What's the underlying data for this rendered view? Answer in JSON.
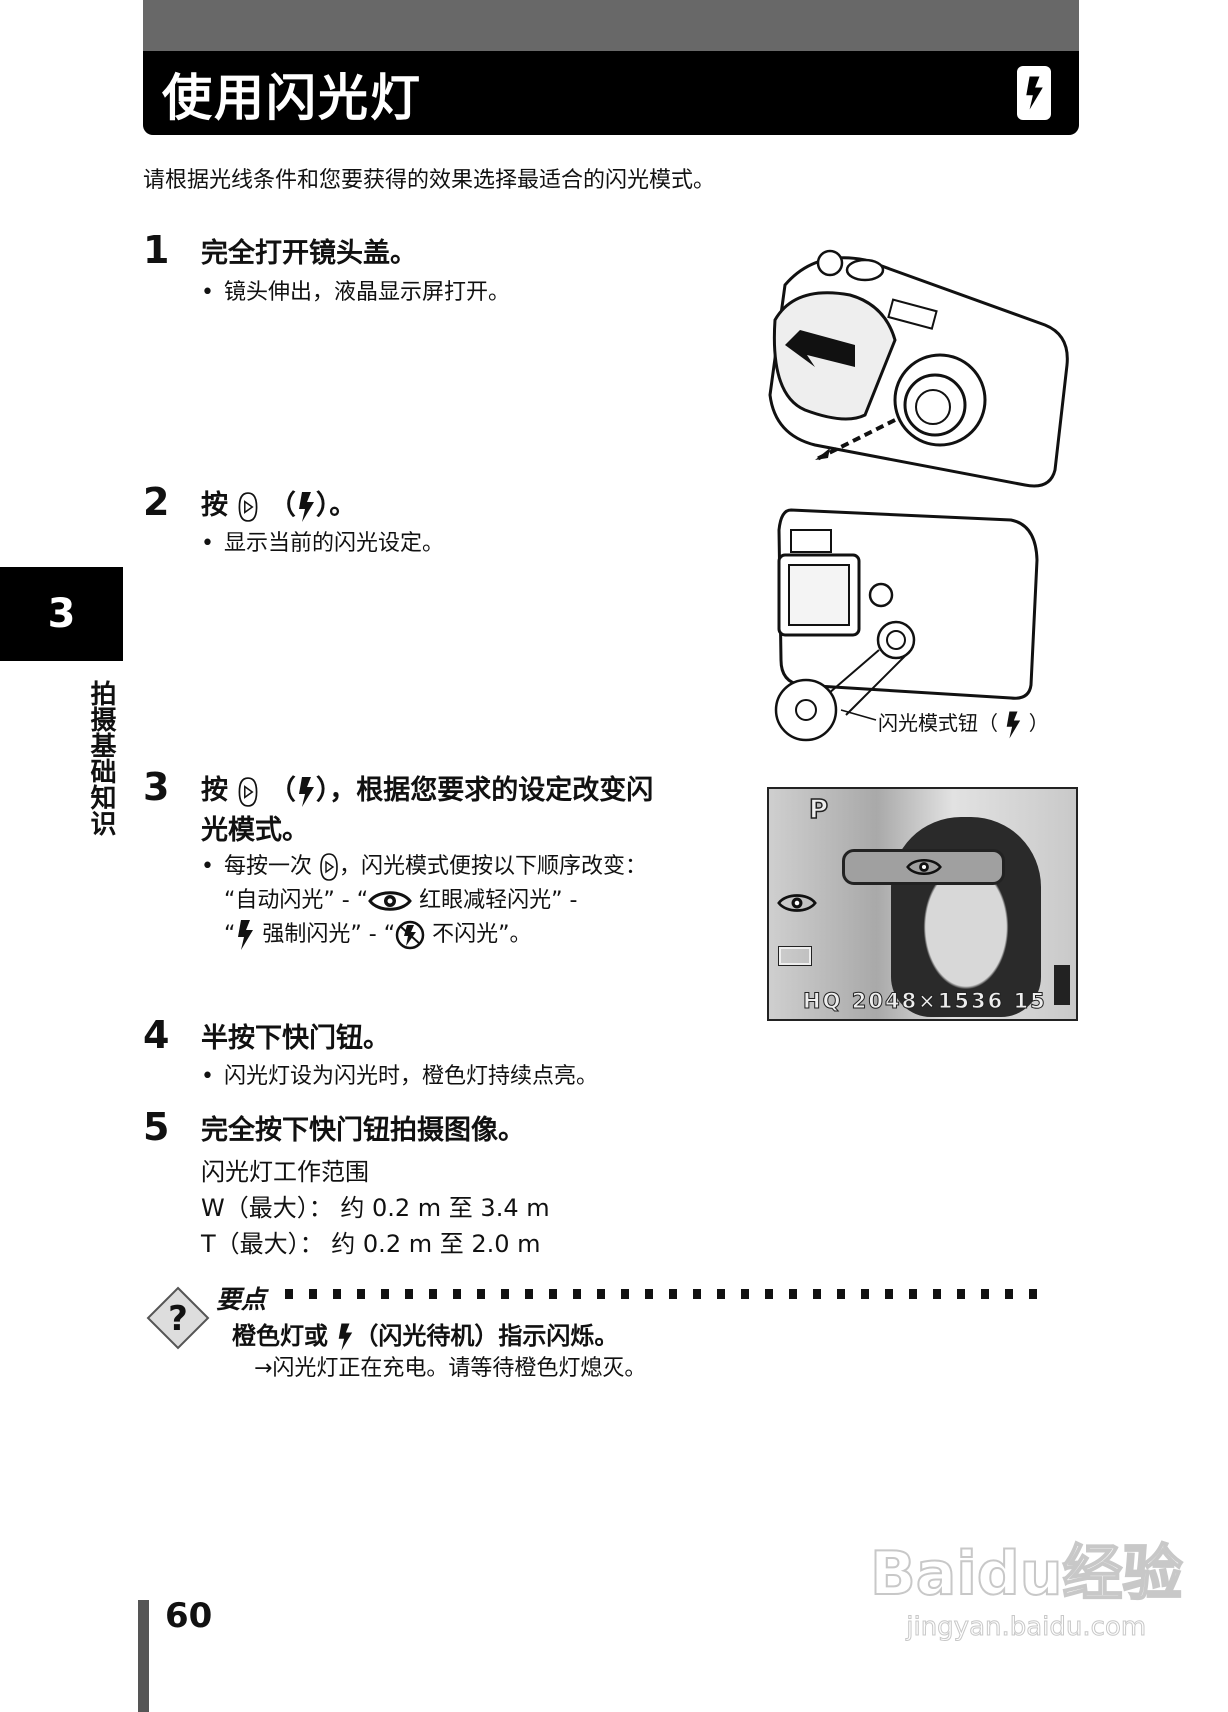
{
  "header": {
    "title": "使用闪光灯",
    "icon": "flash-icon"
  },
  "intro": "请根据光线条件和您要获得的效果选择最适合的闪光模式。",
  "side_tab": {
    "chapter": "3",
    "label": "拍摄基础知识"
  },
  "steps": [
    {
      "num": "1",
      "title": "完全打开镜头盖。",
      "bullet": "镜头伸出，液晶显示屏打开。"
    },
    {
      "num": "2",
      "title_a": "按",
      "title_b": "（",
      "title_c": "）。",
      "bullet": "显示当前的闪光设定。"
    },
    {
      "num": "3",
      "title_a": "按",
      "title_b": "（",
      "title_c": "），根据您要求的设定改变闪",
      "title_d": "光模式。",
      "bullet_a": "每按一次",
      "bullet_b": "，闪光模式便按以下顺序改变：",
      "seq": [
        "“自动闪光” - “",
        "红眼减轻闪光” -",
        "“",
        "强制闪光” - “",
        "不闪光”。"
      ]
    },
    {
      "num": "4",
      "title": "半按下快门钮。",
      "bullet": "闪光灯设为闪光时，橙色灯持续点亮。"
    },
    {
      "num": "5",
      "title": "完全按下快门钮拍摄图像。",
      "lines": [
        "闪光灯工作范围",
        "W（最大）： 约 0.2 m 至 3.4 m",
        "T（最大）： 约 0.2 m 至 2.0 m"
      ]
    }
  ],
  "callout": {
    "label_a": "闪光模式钮（",
    "label_b": "）"
  },
  "lcd": {
    "mode": "P",
    "info": "HQ 2048×1536 15"
  },
  "tip": {
    "heading": "要点",
    "line_a": "橙色灯或",
    "line_b": "（闪光待机）指示闪烁。",
    "sub": "→闪光灯正在充电。请等待橙色灯熄灭。"
  },
  "page_number": "60",
  "watermark": {
    "logo": "Baidu经验",
    "url": "jingyan.baidu.com"
  }
}
